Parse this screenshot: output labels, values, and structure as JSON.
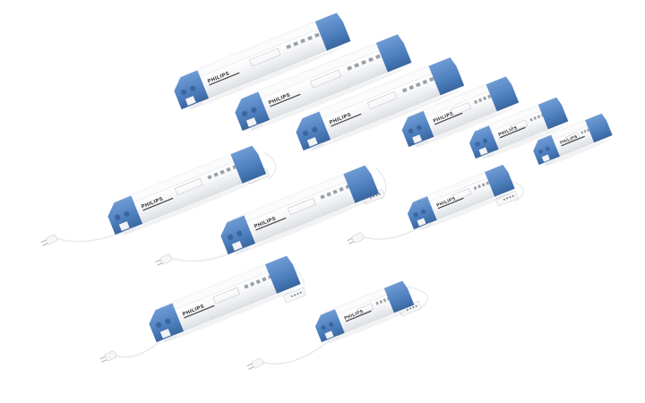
{
  "image": {
    "description": "Product photo of a family of Philips LED drivers on white background",
    "brand_label": "PHILIPS",
    "colors": {
      "background": "#ffffff",
      "body": "#f3f4f6",
      "body_shade": "#d9dde2",
      "cap": "#4d7fbf",
      "cap_dark": "#3a669f",
      "cap_light": "#6f9bd3",
      "cable": "#e8eaed",
      "brand_text": "#1a1a1a"
    }
  },
  "drivers": [
    {
      "id": "driver-1",
      "row": 1,
      "has_cable": false,
      "has_plug": false
    },
    {
      "id": "driver-2",
      "row": 1,
      "has_cable": false,
      "has_plug": false
    },
    {
      "id": "driver-3",
      "row": 1,
      "has_cable": false,
      "has_plug": false
    },
    {
      "id": "driver-4",
      "row": 1,
      "has_cable": false,
      "has_plug": false
    },
    {
      "id": "driver-5",
      "row": 1,
      "has_cable": false,
      "has_plug": false
    },
    {
      "id": "driver-6",
      "row": 1,
      "has_cable": false,
      "has_plug": false
    },
    {
      "id": "driver-7",
      "row": 2,
      "has_cable": true,
      "has_plug": true,
      "plug_type": "EU"
    },
    {
      "id": "driver-8",
      "row": 2,
      "has_cable": true,
      "has_plug": true,
      "plug_type": "EU"
    },
    {
      "id": "driver-9",
      "row": 2,
      "has_cable": true,
      "has_plug": true,
      "plug_type": "EU"
    },
    {
      "id": "driver-10",
      "row": 3,
      "has_cable": true,
      "has_plug": true,
      "plug_type": "US"
    },
    {
      "id": "driver-11",
      "row": 3,
      "has_cable": true,
      "has_plug": true,
      "plug_type": "US"
    }
  ]
}
